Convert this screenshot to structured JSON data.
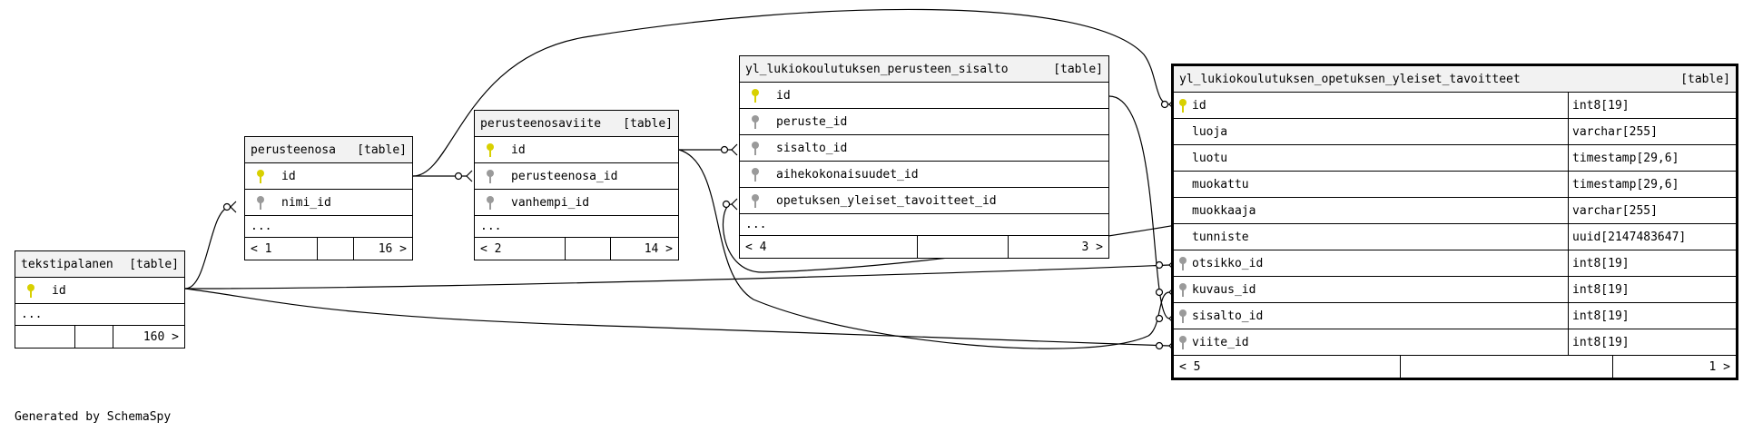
{
  "tables": {
    "tekstipalanen": {
      "name": "tekstipalanen",
      "type_label": "[table]",
      "columns": [
        {
          "name": "id",
          "key": "pk"
        }
      ],
      "ellipsis": "...",
      "footer": {
        "left": "",
        "mid": "",
        "right": "160 >"
      }
    },
    "perusteenosa": {
      "name": "perusteenosa",
      "type_label": "[table]",
      "columns": [
        {
          "name": "id",
          "key": "pk"
        },
        {
          "name": "nimi_id",
          "key": "fk"
        }
      ],
      "ellipsis": "...",
      "footer": {
        "left": "< 1",
        "mid": "",
        "right": "16 >"
      }
    },
    "perusteenosaviite": {
      "name": "perusteenosaviite",
      "type_label": "[table]",
      "columns": [
        {
          "name": "id",
          "key": "pk"
        },
        {
          "name": "perusteenosa_id",
          "key": "fk"
        },
        {
          "name": "vanhempi_id",
          "key": "fk"
        }
      ],
      "ellipsis": "...",
      "footer": {
        "left": "< 2",
        "mid": "",
        "right": "14 >"
      }
    },
    "sisalto": {
      "name": "yl_lukiokoulutuksen_perusteen_sisalto",
      "type_label": "[table]",
      "columns": [
        {
          "name": "id",
          "key": "pk"
        },
        {
          "name": "peruste_id",
          "key": "fk"
        },
        {
          "name": "sisalto_id",
          "key": "fk"
        },
        {
          "name": "aihekokonaisuudet_id",
          "key": "fk"
        },
        {
          "name": "opetuksen_yleiset_tavoitteet_id",
          "key": "fk"
        }
      ],
      "ellipsis": "...",
      "footer": {
        "left": "< 4",
        "mid": "",
        "right": "3 >"
      }
    },
    "main": {
      "name": "yl_lukiokoulutuksen_opetuksen_yleiset_tavoitteet",
      "type_label": "[table]",
      "columns": [
        {
          "name": "id",
          "type": "int8[19]",
          "key": "pk"
        },
        {
          "name": "luoja",
          "type": "varchar[255]",
          "key": ""
        },
        {
          "name": "luotu",
          "type": "timestamp[29,6]",
          "key": ""
        },
        {
          "name": "muokattu",
          "type": "timestamp[29,6]",
          "key": ""
        },
        {
          "name": "muokkaaja",
          "type": "varchar[255]",
          "key": ""
        },
        {
          "name": "tunniste",
          "type": "uuid[2147483647]",
          "key": ""
        },
        {
          "name": "otsikko_id",
          "type": "int8[19]",
          "key": "fk"
        },
        {
          "name": "kuvaus_id",
          "type": "int8[19]",
          "key": "fk"
        },
        {
          "name": "sisalto_id",
          "type": "int8[19]",
          "key": "fk"
        },
        {
          "name": "viite_id",
          "type": "int8[19]",
          "key": "fk"
        }
      ],
      "footer": {
        "left": "< 5",
        "mid": "",
        "right": "1 >"
      }
    }
  },
  "generated_by": "Generated by SchemaSpy",
  "colors": {
    "pk_key": "#d8d000",
    "fk_key": "#9a9a9a",
    "header_bg": "#f2f2f2"
  }
}
